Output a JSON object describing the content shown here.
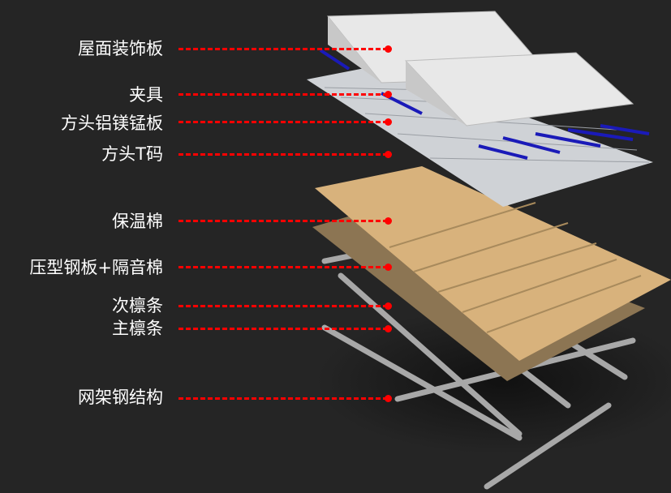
{
  "colors": {
    "background": "#252525",
    "leader": "#ff0000",
    "insulation": "#d8b27c",
    "clip": "#1a1ab8"
  },
  "layers": [
    {
      "label": "屋面装饰板"
    },
    {
      "label": "夹具"
    },
    {
      "label": "方头铝镁锰板"
    },
    {
      "label": "方头T码"
    },
    {
      "label": "保温棉"
    },
    {
      "label": "压型钢板+隔音棉"
    },
    {
      "label": "次檩条"
    },
    {
      "label": "主檩条"
    },
    {
      "label": "网架钢结构"
    }
  ]
}
